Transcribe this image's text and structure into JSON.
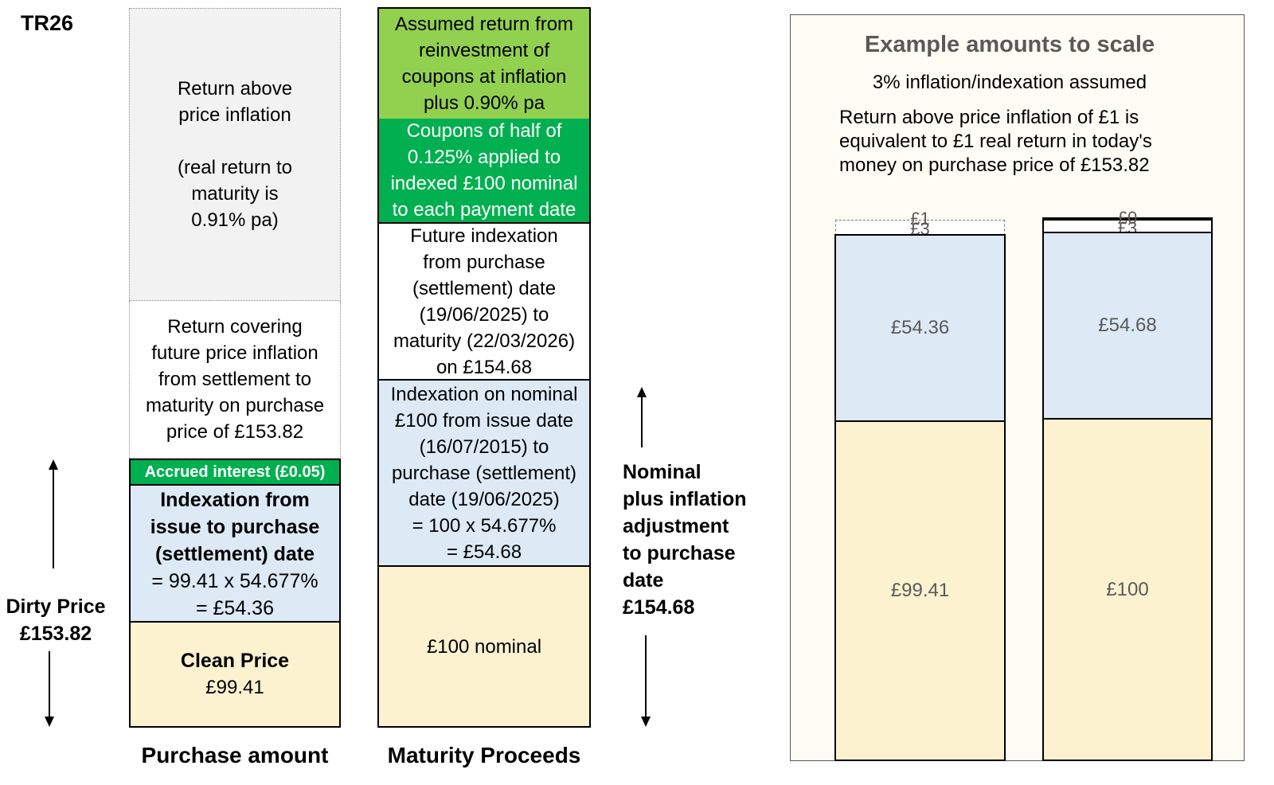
{
  "code": "TR26",
  "purchase": {
    "return_above": "Return above\nprice inflation\n\n(real return to\nmaturity is\n0.91% pa)",
    "return_covering": "Return covering\nfuture price inflation\nfrom settlement to\nmaturity on purchase\nprice of £153.82",
    "accrued": "Accrued interest (£0.05)",
    "indexation_bold": "Indexation from\nissue to purchase\n(settlement) date",
    "indexation_calc": "= 99.41 x 54.677%\n= £54.36",
    "clean_bold": "Clean Price",
    "clean_value": "£99.41",
    "caption": "Purchase amount"
  },
  "maturity": {
    "reinvestment": "Assumed return from\nreinvestment of\ncoupons at inflation\nplus 0.90% pa",
    "coupons": "Coupons of half of\n0.125% applied to\nindexed £100 nominal\nto each payment date",
    "future_indexation": "Future indexation\nfrom purchase\n(settlement) date\n(19/06/2025) to\nmaturity (22/03/2026)\non £154.68",
    "indexation_nominal": "Indexation on nominal\n£100 from issue date\n(16/07/2015) to\npurchase (settlement)\ndate (19/06/2025)\n= 100 x 54.677%\n= £54.68",
    "nominal": "£100 nominal",
    "caption": "Maturity Proceeds"
  },
  "dirty_price_label": "Dirty Price\n£153.82",
  "nominal_label": "Nominal\nplus inflation\nadjustment\nto purchase\ndate\n£154.68",
  "scale_panel": {
    "title": "Example amounts to scale",
    "subtitle": "3% inflation/indexation assumed",
    "note": "Return above price inflation of £1 is\nequivalent to £1 real return in today's\nmoney on purchase price of £153.82",
    "left_bar": {
      "top_labels": [
        "£1",
        "£3"
      ],
      "index": "£54.36",
      "base": "£99.41",
      "values": {
        "real_return": 1,
        "future_inflation": 3,
        "indexation": 54.36,
        "base": 99.41
      }
    },
    "right_bar": {
      "top_labels": [
        "£0",
        "£3"
      ],
      "index": "£54.68",
      "base": "£100",
      "values": {
        "coupons": 0,
        "future_inflation": 3,
        "indexation": 54.68,
        "base": 100
      }
    }
  },
  "colors": {
    "grey_fill": "#f2f2f2",
    "tan_fill": "#fdf2d0",
    "blue_fill": "#dde9f5",
    "green_light": "#92d050",
    "green_dark": "#00b050",
    "panel_bg": "#fefdf5"
  }
}
